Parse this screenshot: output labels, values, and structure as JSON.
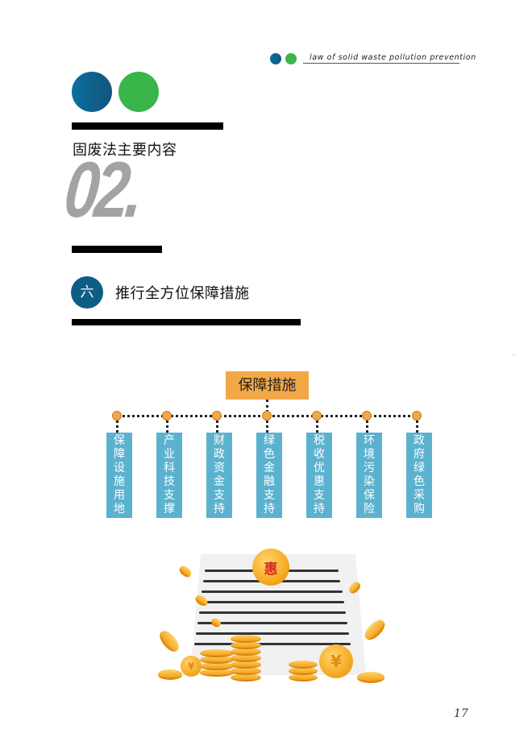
{
  "header": {
    "tagline": "law of solid waste pollution prevention",
    "dot_colors": [
      "#0e6a96",
      "#39b54a"
    ]
  },
  "section": {
    "title": "固废法主要内容",
    "number": "02.",
    "dot_colors": [
      "#0e6a96",
      "#39b54a"
    ]
  },
  "subsection": {
    "badge": "六",
    "title": "推行全方位保障措施"
  },
  "diagram": {
    "root": "保障措施",
    "root_color": "#f2a847",
    "leaf_color": "#5bb2cf",
    "leaves": [
      {
        "label": "保障设施用地",
        "chars": [
          "保",
          "障",
          "设",
          "施",
          "用",
          "地"
        ]
      },
      {
        "label": "产业科技支撑",
        "chars": [
          "产",
          "业",
          "科",
          "技",
          "支",
          "撑"
        ]
      },
      {
        "label": "财政资金支持",
        "chars": [
          "财",
          "政",
          "资",
          "金",
          "支",
          "持"
        ]
      },
      {
        "label": "绿色金融支持",
        "chars": [
          "绿",
          "色",
          "金",
          "融",
          "支",
          "持"
        ]
      },
      {
        "label": "税收优惠支持",
        "chars": [
          "税",
          "收",
          "优",
          "惠",
          "支",
          "持"
        ]
      },
      {
        "label": "环境污染保险",
        "chars": [
          "环",
          "境",
          "污",
          "染",
          "保",
          "险"
        ]
      },
      {
        "label": "政府绿色采购",
        "chars": [
          "政",
          "府",
          "绿",
          "色",
          "采",
          "购"
        ]
      }
    ]
  },
  "illustration": {
    "coin_label": "惠",
    "currency_symbol": "¥"
  },
  "footer": {
    "page_number": "17"
  }
}
